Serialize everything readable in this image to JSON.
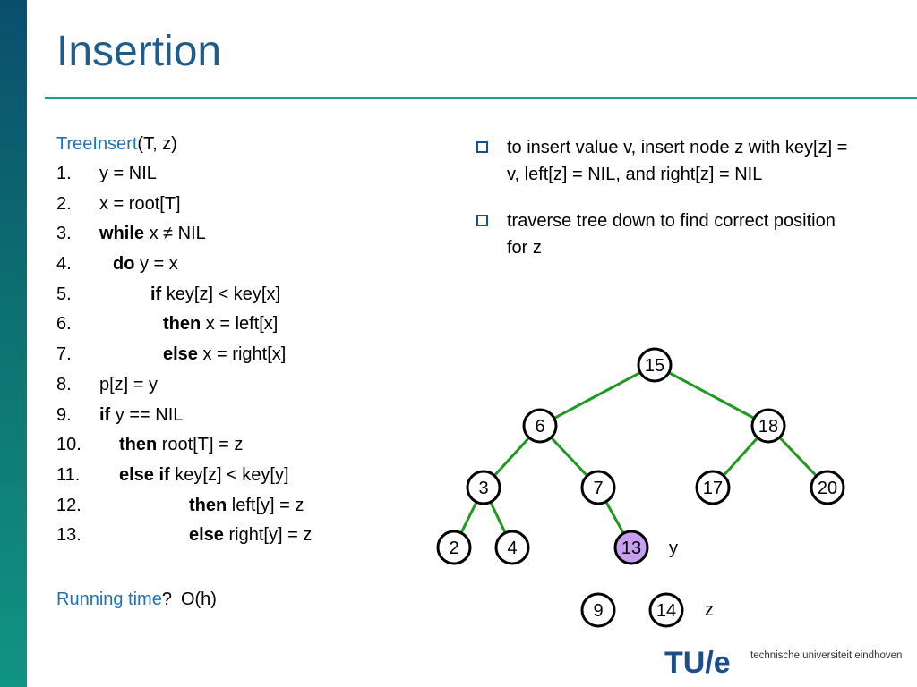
{
  "slide": {
    "title": "Insertion"
  },
  "algorithm": {
    "name": "TreeInsert",
    "params": "(T, z)",
    "lines": [
      {
        "num": "1.",
        "kw": "",
        "text": "y = NIL"
      },
      {
        "num": "2.",
        "kw": "",
        "text": "x = root[T]"
      },
      {
        "num": "3.",
        "kw": "while",
        "text": " x ≠ NIL"
      },
      {
        "num": "4.",
        "kw": "do",
        "text": " y = x"
      },
      {
        "num": "5.",
        "kw": "if",
        "text": " key[z] < key[x]"
      },
      {
        "num": "6.",
        "kw": "then",
        "text": " x = left[x]"
      },
      {
        "num": "7.",
        "kw": "else",
        "text": " x = right[x]"
      },
      {
        "num": "8.",
        "kw": "",
        "text": "p[z] = y"
      },
      {
        "num": "9.",
        "kw": "if",
        "text": " y == NIL"
      },
      {
        "num": "10.",
        "kw": "then",
        "text": " root[T] = z"
      },
      {
        "num": "11.",
        "kw": "else if",
        "text": " key[z] < key[y]"
      },
      {
        "num": "12.",
        "kw": "then",
        "text": " left[y] = z"
      },
      {
        "num": "13.",
        "kw": "else",
        "text": " right[y] = z"
      }
    ]
  },
  "running_time": {
    "label": "Running time",
    "question": "?",
    "answer": "O(h)"
  },
  "bullets": [
    "to insert value v, insert node z with key[z] = v, left[z] = NIL, and right[z] = NIL",
    "traverse tree down to find correct position for z"
  ],
  "tree": {
    "nodes": {
      "n15": "15",
      "n6": "6",
      "n18": "18",
      "n3": "3",
      "n7": "7",
      "n17": "17",
      "n20": "20",
      "n2": "2",
      "n4": "4",
      "n13": "13",
      "n9": "9",
      "n14": "14"
    },
    "labels": {
      "y": "y",
      "z": "z"
    },
    "highlight_color": "#c89ef0",
    "edge_color": "#1f9a1f"
  },
  "logo": {
    "mark": "TU/e",
    "text": "technische universiteit eindhoven"
  }
}
